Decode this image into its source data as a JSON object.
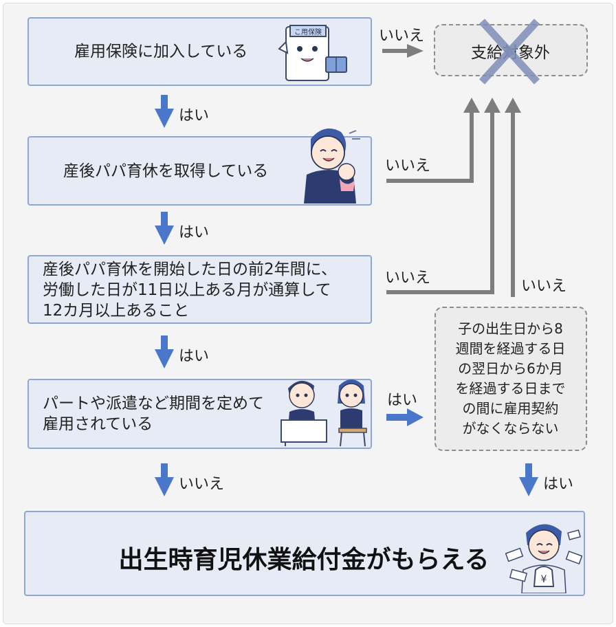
{
  "nodes": {
    "q1": "雇用保険に加入している",
    "q2": "産後パパ育休を取得している",
    "q3_line1": "産後パパ育休を開始した日の前2年間に、",
    "q3_line2": "労働した日が11日以上ある月が通算して",
    "q3_line3": "12カ月以上あること",
    "q4_line1": "パートや派遣など期間を定めて",
    "q4_line2": "雇用されている",
    "excluded": "支給対象外",
    "q5_lines": [
      "子の出生日から8",
      "週間を経過する日",
      "の翌日から6か月",
      "を経過する日まで",
      "の間に雇用契約",
      "がなくならない"
    ],
    "result": "出生時育児休業給付金がもらえる"
  },
  "labels": {
    "yes": "はい",
    "no": "いいえ"
  },
  "illustration_text": {
    "book_sign": "こ用保険"
  },
  "colors": {
    "blue_arrow": "#4a77c9",
    "gray_arrow": "#7d7d7d",
    "box_fill": "#e6ebf6",
    "box_border": "#8ea6d6",
    "cross": "#7f8fb8"
  }
}
